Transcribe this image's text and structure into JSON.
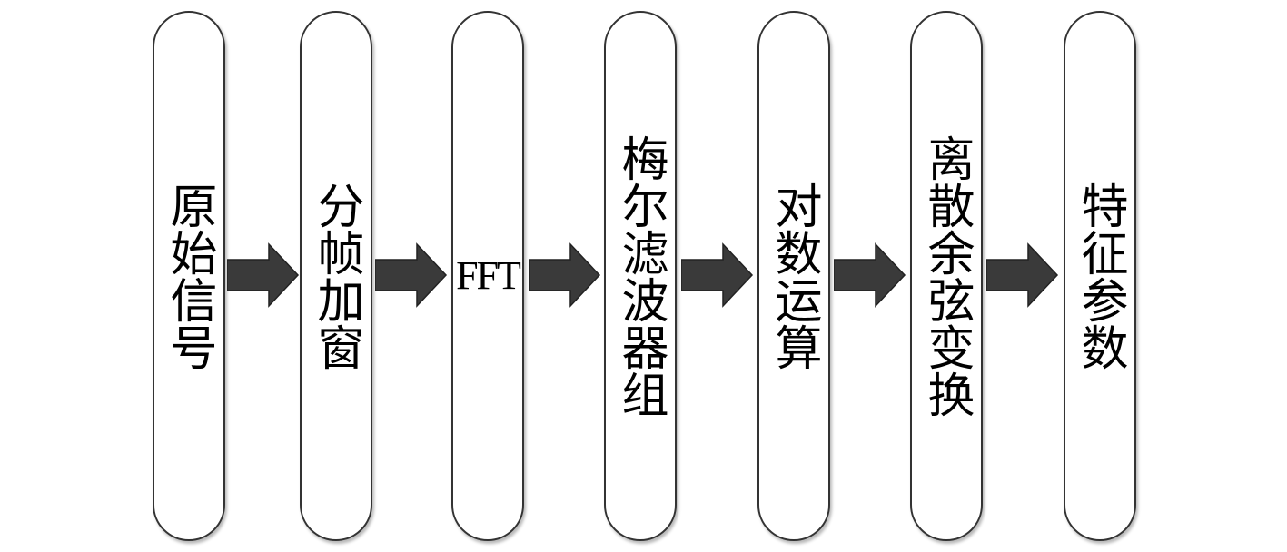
{
  "diagram": {
    "steps": [
      {
        "label": "原始信号"
      },
      {
        "label": "分帧加窗"
      },
      {
        "label": "FFT"
      },
      {
        "label": "梅尔滤波器组"
      },
      {
        "label": "对数运算"
      },
      {
        "label": "离散余弦变换"
      },
      {
        "label": "特征参数"
      }
    ],
    "arrow_color": "#3a3a3a",
    "border_color": "#333333"
  }
}
